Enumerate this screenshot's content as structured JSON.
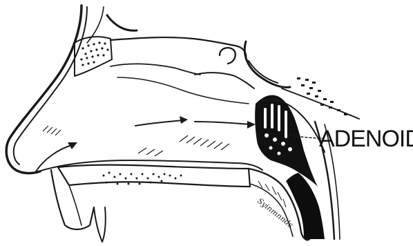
{
  "diagram": {
    "labels": {
      "adenoids": "ADENOIDS",
      "handwritten_note": "Syinmnnds"
    },
    "colors": {
      "ink": "#1a1a1a",
      "background": "#ffffff",
      "dark_mass": "#0d0d0d"
    },
    "parts": [
      "nose-profile",
      "nasal-passage",
      "airflow-arrow-nostril",
      "airflow-arrow-passage",
      "adenoid-mass",
      "palate-bone",
      "soft-palate",
      "pharynx-wall"
    ]
  }
}
